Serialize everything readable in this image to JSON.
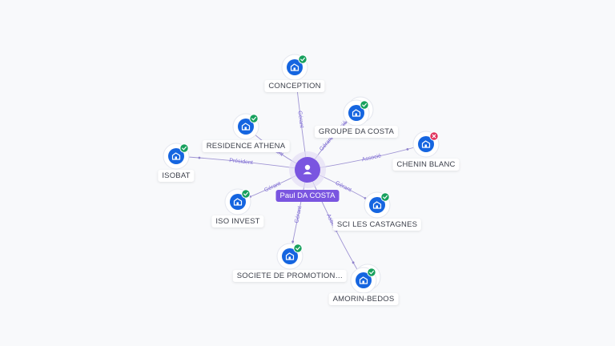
{
  "center": {
    "name": "Paul DA COSTA",
    "icon": "person-icon",
    "color": "#7a55e0"
  },
  "nodes": [
    {
      "id": "conception",
      "label": "CONCEPTION",
      "status": "active",
      "relation": "Gérant",
      "icon": "building-icon"
    },
    {
      "id": "groupe",
      "label": "GROUPE DA COSTA",
      "status": "active",
      "relation": "Gérant Associé",
      "icon": "building-icon"
    },
    {
      "id": "residence",
      "label": "RESIDENCE ATHENA",
      "status": "active",
      "relation": "Gérant",
      "icon": "building-icon"
    },
    {
      "id": "chenin",
      "label": "CHENIN BLANC",
      "status": "inactive",
      "relation": "Associé",
      "icon": "building-icon"
    },
    {
      "id": "isobat",
      "label": "ISOBAT",
      "status": "active",
      "relation": "Président",
      "icon": "building-icon"
    },
    {
      "id": "isoinvest",
      "label": "ISO INVEST",
      "status": "active",
      "relation": "Gérant",
      "icon": "building-icon"
    },
    {
      "id": "sci",
      "label": "SCI LES CASTAGNES",
      "status": "active",
      "relation": "Gérant",
      "icon": "building-icon"
    },
    {
      "id": "societe",
      "label": "SOCIETE DE PROMOTION…",
      "status": "active",
      "relation": "Gérant",
      "icon": "building-icon"
    },
    {
      "id": "amorin",
      "label": "AMORIN-BEDOS",
      "status": "active",
      "relation": "Associé",
      "icon": "building-icon"
    }
  ],
  "colors": {
    "edge": "#8f82cc",
    "node": "#1565e0",
    "active": "#17a05d",
    "inactive": "#e0315b"
  }
}
